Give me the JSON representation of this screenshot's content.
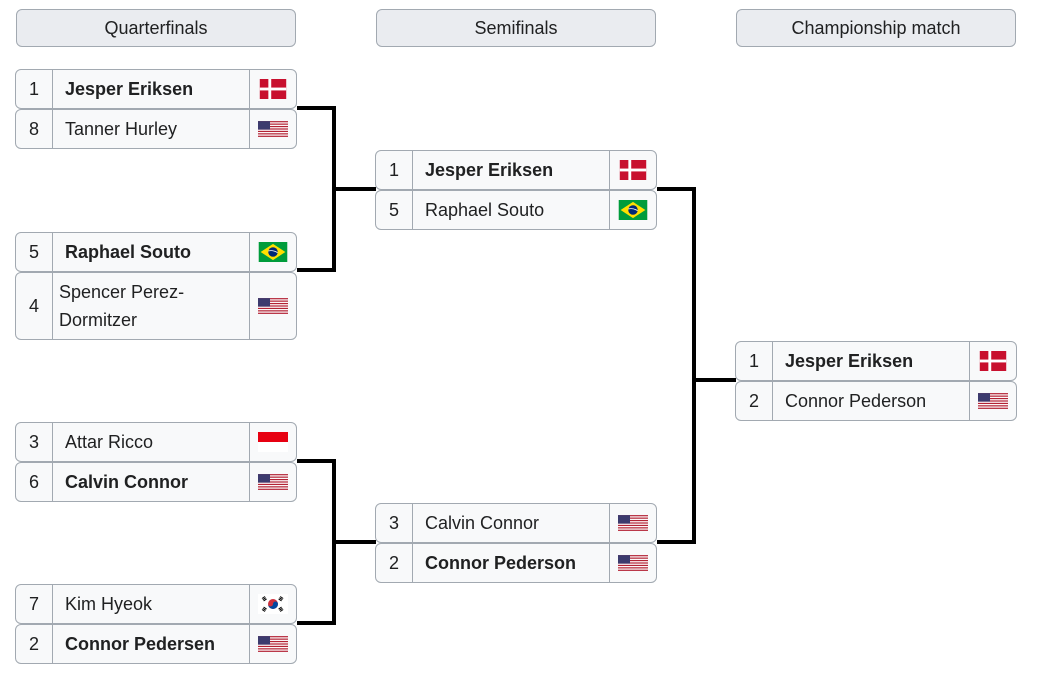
{
  "rounds": {
    "quarterfinals": "Quarterfinals",
    "semifinals": "Semifinals",
    "final": "Championship match"
  },
  "matches": {
    "qf1": [
      {
        "seed": "1",
        "name": "Jesper Eriksen",
        "country": "denmark-flag"
      },
      {
        "seed": "8",
        "name": "Tanner Hurley",
        "country": "usa-flag"
      }
    ],
    "qf2": [
      {
        "seed": "5",
        "name": "Raphael Souto",
        "country": "brazil-flag"
      },
      {
        "seed": "4",
        "name": "Spencer Perez-Dormitzer",
        "country": "usa-flag"
      }
    ],
    "qf3": [
      {
        "seed": "3",
        "name": "Attar Ricco",
        "country": "indonesia-flag"
      },
      {
        "seed": "6",
        "name": "Calvin Connor",
        "country": "usa-flag"
      }
    ],
    "qf4": [
      {
        "seed": "7",
        "name": "Kim Hyeok",
        "country": "south-korea-flag"
      },
      {
        "seed": "2",
        "name": "Connor Pedersen",
        "country": "usa-flag"
      }
    ],
    "sf1": [
      {
        "seed": "1",
        "name": "Jesper Eriksen",
        "country": "denmark-flag"
      },
      {
        "seed": "5",
        "name": "Raphael Souto",
        "country": "brazil-flag"
      }
    ],
    "sf2": [
      {
        "seed": "3",
        "name": "Calvin Connor",
        "country": "usa-flag"
      },
      {
        "seed": "2",
        "name": "Connor Pederson",
        "country": "usa-flag"
      }
    ],
    "final": [
      {
        "seed": "1",
        "name": "Jesper Eriksen",
        "country": "denmark-flag"
      },
      {
        "seed": "2",
        "name": "Connor Pederson",
        "country": "usa-flag"
      }
    ]
  },
  "colors": {
    "header_bg": "#eaecf0",
    "slot_bg": "#f8f9fa",
    "border": "#a2a9b1",
    "connector": "#000000",
    "denmark_red": "#c8102e",
    "brazil_green": "#009c3b",
    "brazil_yellow": "#ffdf00",
    "brazil_blue": "#002776",
    "usa_red": "#b22234",
    "usa_blue": "#3c3b6e",
    "indonesia_red": "#e70011",
    "korea_red": "#cd2e3a",
    "korea_blue": "#0047a0"
  }
}
